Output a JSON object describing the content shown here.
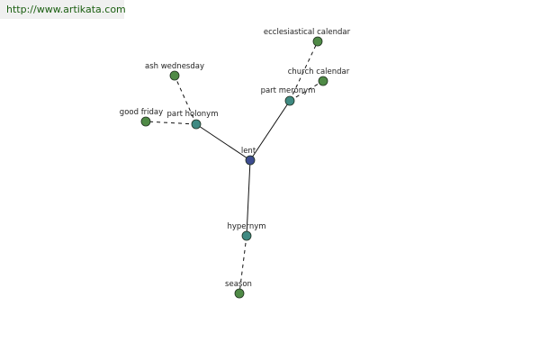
{
  "source_url": "http://www.artikata.com",
  "colors": {
    "center_node": "#3d4c8f",
    "relation_node": "#3f8a82",
    "leaf_node": "#4f8a46",
    "node_stroke": "#203020",
    "edge": "#111111",
    "url_text": "#1a5e10"
  },
  "graph": {
    "nodes": [
      {
        "id": "lent",
        "label": "lent",
        "type": "center"
      },
      {
        "id": "part-holonym",
        "label": "part holonym",
        "type": "relation"
      },
      {
        "id": "part-meronym",
        "label": "part meronym",
        "type": "relation"
      },
      {
        "id": "hypernym",
        "label": "hypernym",
        "type": "relation"
      },
      {
        "id": "ash-wednesday",
        "label": "ash wednesday",
        "type": "leaf"
      },
      {
        "id": "good-friday",
        "label": "good friday",
        "type": "leaf"
      },
      {
        "id": "ecclesiastical-calendar",
        "label": "ecclesiastical calendar",
        "type": "leaf"
      },
      {
        "id": "church-calendar",
        "label": "church calendar",
        "type": "leaf"
      },
      {
        "id": "season",
        "label": "season",
        "type": "leaf"
      }
    ],
    "edges": [
      {
        "from": "lent",
        "to": "part-holonym",
        "style": "solid"
      },
      {
        "from": "lent",
        "to": "part-meronym",
        "style": "solid"
      },
      {
        "from": "lent",
        "to": "hypernym",
        "style": "solid"
      },
      {
        "from": "part-holonym",
        "to": "ash-wednesday",
        "style": "dashed"
      },
      {
        "from": "part-holonym",
        "to": "good-friday",
        "style": "dashed"
      },
      {
        "from": "part-meronym",
        "to": "ecclesiastical-calendar",
        "style": "dashed"
      },
      {
        "from": "part-meronym",
        "to": "church-calendar",
        "style": "dashed"
      },
      {
        "from": "hypernym",
        "to": "season",
        "style": "dashed"
      }
    ]
  }
}
